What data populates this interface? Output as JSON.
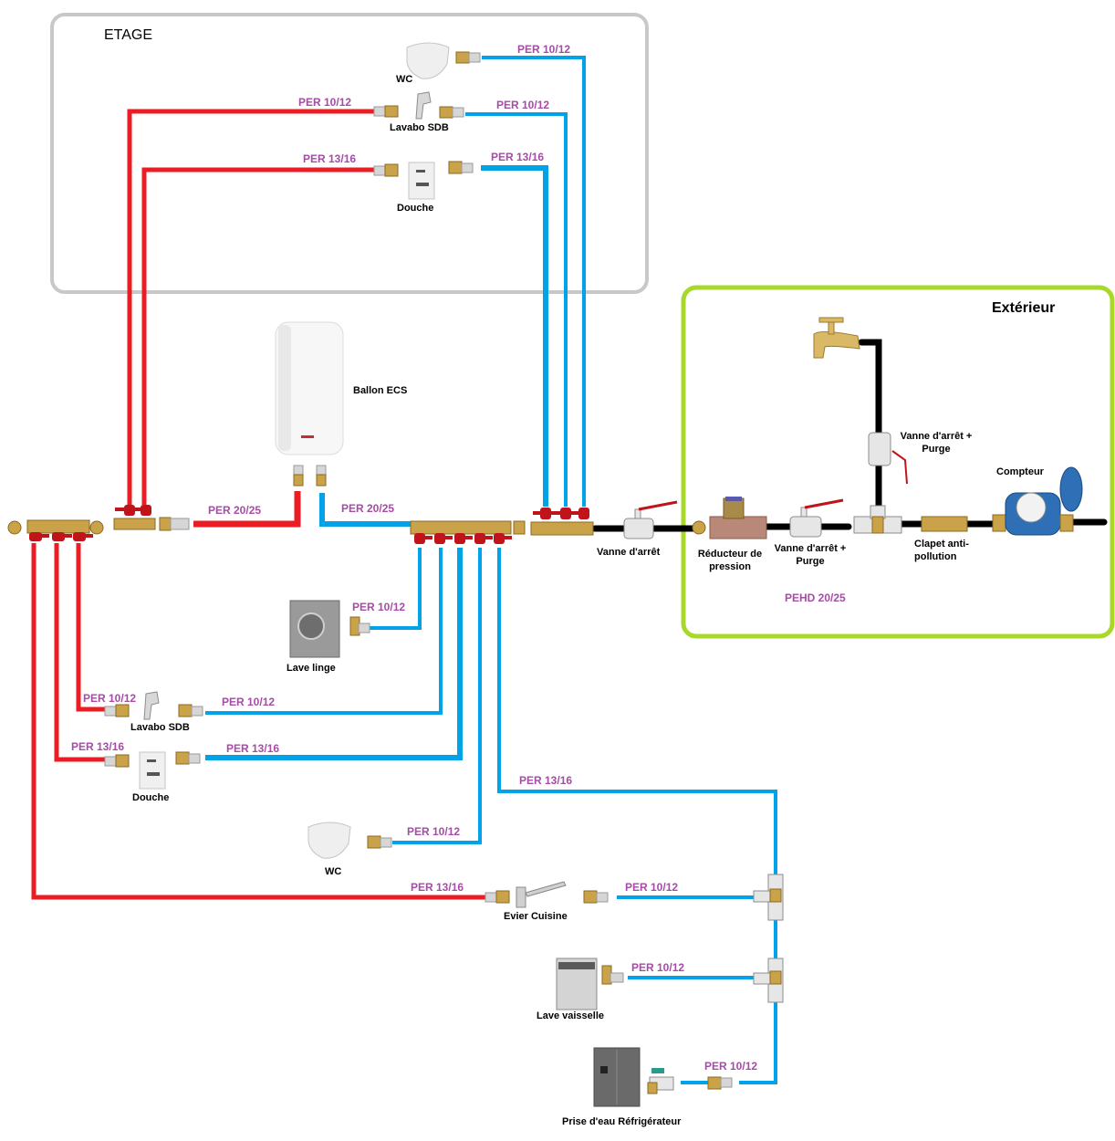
{
  "zones": {
    "etage": {
      "title": "ETAGE",
      "border_color": "#c8c8c8"
    },
    "exterieur": {
      "title": "Extérieur",
      "border_color": "#a8d82a"
    }
  },
  "colors": {
    "hot_water": "#ec1c24",
    "cold_water": "#00a2e8",
    "supply_pehd": "#000000",
    "pipe_label": "#a64ca6"
  },
  "equipment": {
    "wc_etage": "WC",
    "lavabo_etage": "Lavabo SDB",
    "douche_etage": "Douche",
    "ballon": "Ballon ECS",
    "vanne_arret_main": "Vanne d'arrêt",
    "reducteur": "Réducteur de pression",
    "vanne_purge_1": "Vanne d'arrêt + Purge",
    "vanne_purge_2": "Vanne d'arrêt + Purge",
    "clapet": "Clapet anti-pollution",
    "compteur": "Compteur",
    "lave_linge": "Lave linge",
    "lavabo_rdc": "Lavabo SDB",
    "douche_rdc": "Douche",
    "wc_rdc": "WC",
    "evier": "Evier Cuisine",
    "lave_vaisselle": "Lave vaisselle",
    "refrigerateur": "Prise d'eau Réfrigérateur"
  },
  "pipe_labels": {
    "etage_wc_cold": "PER 10/12",
    "etage_lavabo_hot": "PER 10/12",
    "etage_lavabo_cold": "PER 10/12",
    "etage_douche_hot": "PER 13/16",
    "etage_douche_cold": "PER 13/16",
    "ballon_hot_out": "PER 20/25",
    "ballon_cold_in": "PER 20/25",
    "lave_linge_cold": "PER 10/12",
    "lavabo_rdc_hot": "PER 10/12",
    "lavabo_rdc_cold": "PER 10/12",
    "douche_rdc_hot": "PER 13/16",
    "douche_rdc_cold": "PER 13/16",
    "cuisine_branch_cold": "PER 13/16",
    "wc_rdc_cold": "PER 10/12",
    "evier_hot": "PER 13/16",
    "evier_cold": "PER 10/12",
    "lave_vaisselle_cold": "PER 10/12",
    "refrigerateur_cold": "PER 10/12",
    "exterieur_supply": "PEHD 20/25"
  }
}
